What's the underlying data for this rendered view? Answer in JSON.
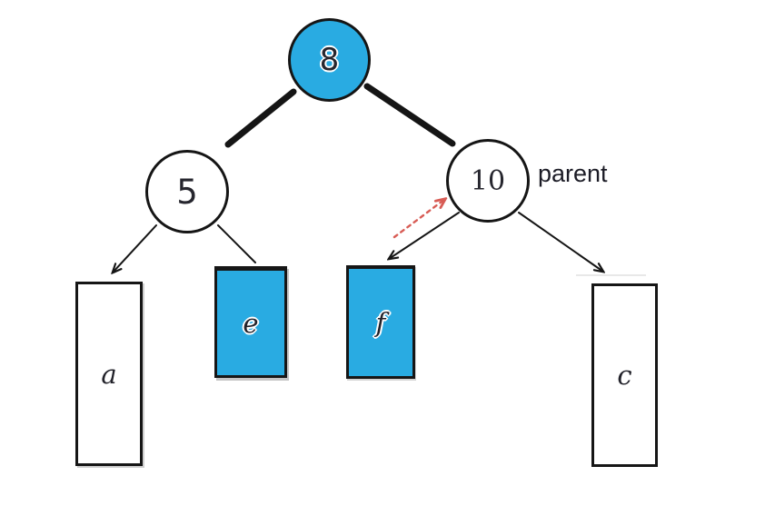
{
  "diagram": {
    "type": "binary-tree",
    "colors": {
      "highlight_fill": "#29ABE2",
      "node_fill_default": "#FFFFFF",
      "node_stroke": "#151515",
      "edge_color": "#151515",
      "red_arrow_color": "#D85C55",
      "background": "#FFFFFF"
    },
    "nodes": [
      {
        "id": "root",
        "label": "8",
        "highlighted": true
      },
      {
        "id": "left-child",
        "label": "5",
        "highlighted": false
      },
      {
        "id": "right-child",
        "label": "10",
        "highlighted": false,
        "annotation": "parent"
      }
    ],
    "leaves": [
      {
        "id": "a",
        "label": "a",
        "highlighted": false
      },
      {
        "id": "e",
        "label": "e",
        "highlighted": true
      },
      {
        "id": "f",
        "label": "f",
        "highlighted": true
      },
      {
        "id": "c",
        "label": "c",
        "highlighted": false
      }
    ]
  }
}
